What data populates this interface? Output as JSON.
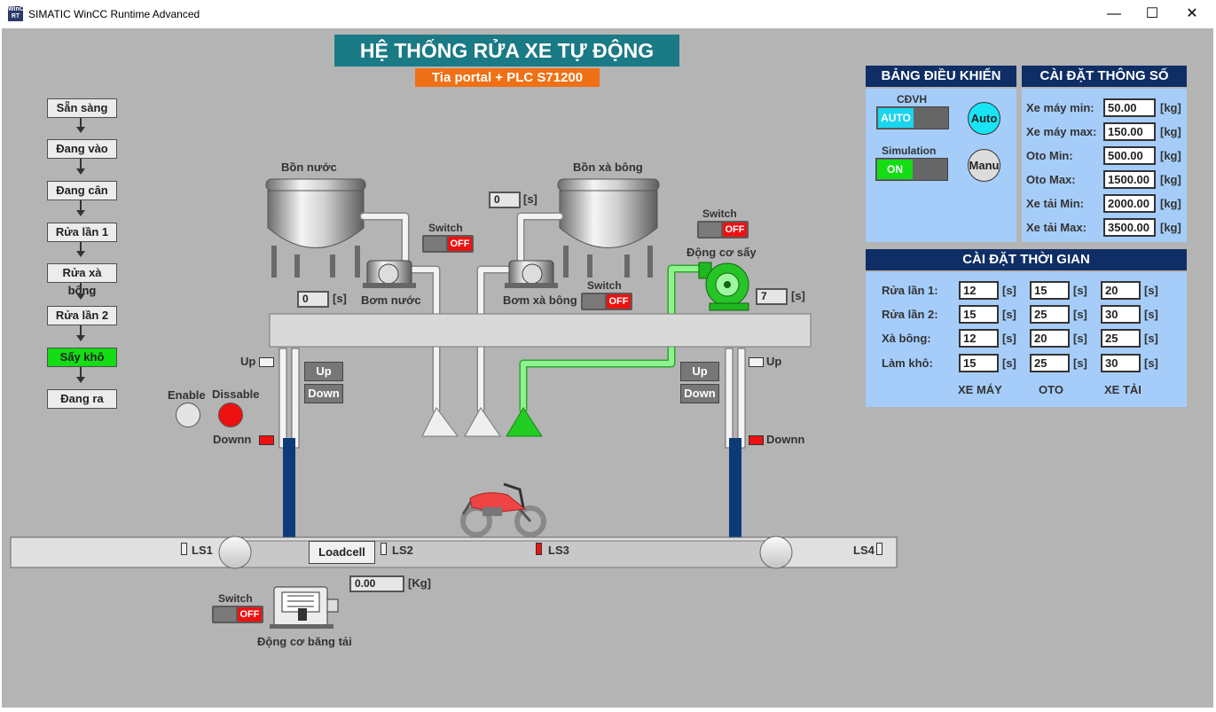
{
  "window": {
    "title": "SIMATIC WinCC Runtime Advanced",
    "icon_text": "WinCC RT"
  },
  "header": {
    "title": "HỆ THỐNG RỬA XE TỰ ĐỘNG",
    "subtitle": "Tia portal + PLC S71200"
  },
  "steps": [
    {
      "label": "Sẵn sàng",
      "active": false
    },
    {
      "label": "Đang vào",
      "active": false
    },
    {
      "label": "Đang cân",
      "active": false
    },
    {
      "label": "Rửa lần 1",
      "active": false
    },
    {
      "label": "Rửa xà bông",
      "active": false
    },
    {
      "label": "Rửa lần 2",
      "active": false
    },
    {
      "label": "Sấy khô",
      "active": true
    },
    {
      "label": "Đang ra",
      "active": false
    }
  ],
  "process": {
    "water_tank_label": "Bồn nước",
    "soap_tank_label": "Bồn xà bông",
    "water_pump_label": "Bơm nước",
    "soap_pump_label": "Bơm xà bông",
    "dryer_label": "Động cơ sấy",
    "conveyor_motor_label": "Động cơ băng tải",
    "switch_label": "Switch",
    "off_label": "OFF",
    "water_timer": "0",
    "soap_timer": "0",
    "dryer_timer": "7",
    "unit_s": "[s]",
    "unit_kg": "[Kg]",
    "loadcell_label": "Loadcell",
    "loadcell_value": "0.00",
    "up_label": "Up",
    "down_label": "Down",
    "downn_label": "Downn",
    "enable_label": "Enable",
    "disable_label": "Dissable",
    "ls1": "LS1",
    "ls2": "LS2",
    "ls3": "LS3",
    "ls4": "LS4"
  },
  "control_panel": {
    "title": "BẢNG ĐIỀU KHIỂN",
    "mode_label": "CĐVH",
    "mode_value": "AUTO",
    "sim_label": "Simulation",
    "sim_value": "ON",
    "auto_button": "Auto",
    "manu_button": "Manu"
  },
  "params": {
    "title": "CÀI ĐẶT THÔNG SỐ",
    "unit": "[kg]",
    "rows": [
      {
        "label": "Xe máy min:",
        "value": "50.00"
      },
      {
        "label": "Xe máy max:",
        "value": "150.00"
      },
      {
        "label": "Oto Min:",
        "value": "500.00"
      },
      {
        "label": "Oto Max:",
        "value": "1500.00"
      },
      {
        "label": "Xe tải Min:",
        "value": "2000.00"
      },
      {
        "label": "Xe tải Max:",
        "value": "3500.00"
      }
    ]
  },
  "timing": {
    "title": "CÀI ĐẶT THỜI GIAN",
    "unit": "[s]",
    "rows": [
      {
        "label": "Rửa lần 1:",
        "v1": "12",
        "v2": "15",
        "v3": "20"
      },
      {
        "label": "Rửa lần 2:",
        "v1": "15",
        "v2": "25",
        "v3": "30"
      },
      {
        "label": "Xà bông:",
        "v1": "12",
        "v2": "20",
        "v3": "25"
      },
      {
        "label": "Làm khô:",
        "v1": "15",
        "v2": "25",
        "v3": "30"
      }
    ],
    "col_labels": [
      "XE MÁY",
      "OTO",
      "XE TẢI"
    ]
  },
  "colors": {
    "active_green": "#14dd14",
    "off_red": "#ee1111",
    "panel_blue": "#a6cdfa",
    "header_navy": "#0f2e66",
    "title_teal": "#1a7a86",
    "subtitle_orange": "#f07015"
  }
}
